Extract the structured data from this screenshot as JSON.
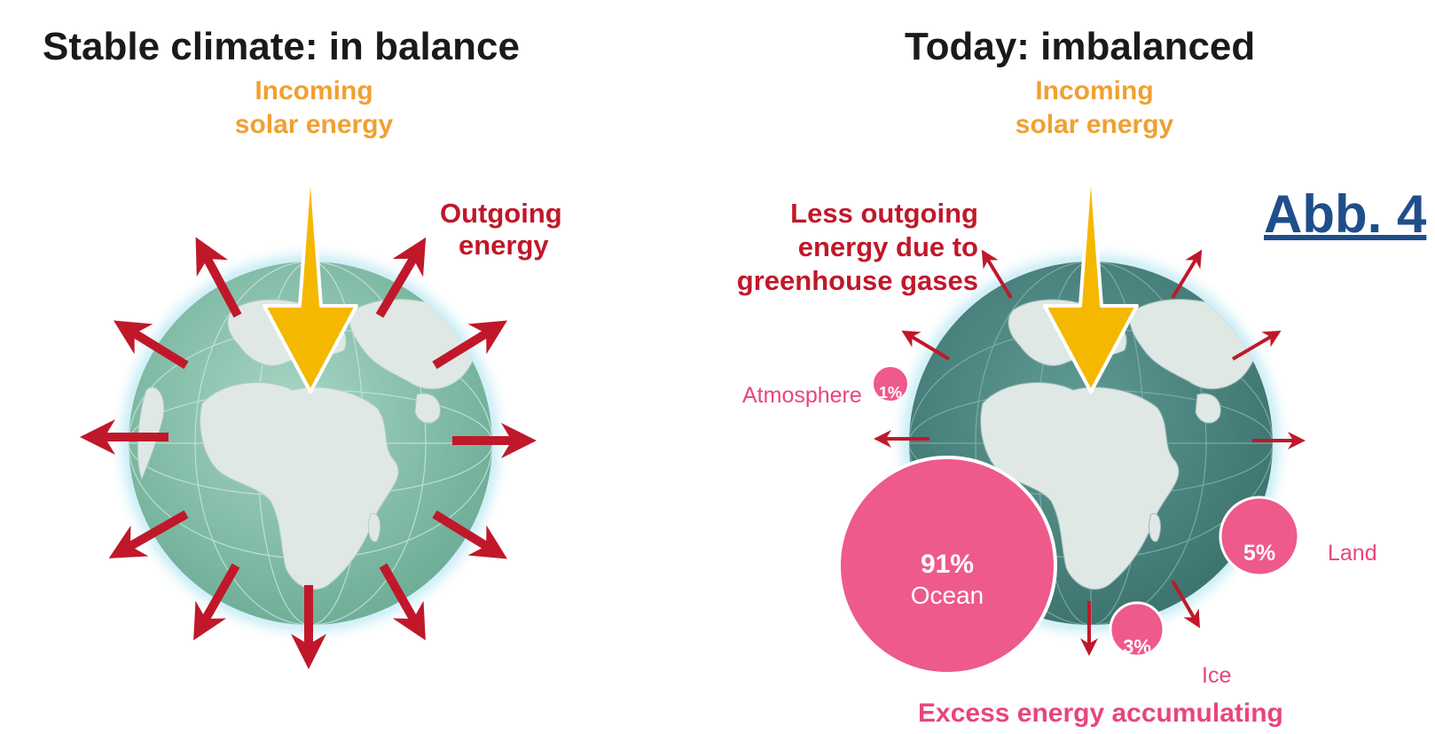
{
  "left_panel": {
    "title": "Stable climate: in balance",
    "incoming_line1": "Incoming",
    "incoming_line2": "solar energy",
    "outgoing_line1": "Outgoing",
    "outgoing_line2": "energy"
  },
  "right_panel": {
    "title": "Today: imbalanced",
    "incoming_line1": "Incoming",
    "incoming_line2": "solar energy",
    "less_outgoing_line1": "Less outgoing",
    "less_outgoing_line2": "energy due to",
    "less_outgoing_line3": "greenhouse gases",
    "bottom_caption": "Excess energy accumulating",
    "sinks": {
      "atmosphere": {
        "label": "Atmosphere",
        "percent": "1%"
      },
      "ocean": {
        "label": "Ocean",
        "percent": "91%"
      },
      "land": {
        "label": "Land",
        "percent": "5%"
      },
      "ice": {
        "label": "Ice",
        "percent": "3%"
      }
    }
  },
  "figure_label": "Abb. 4",
  "colors": {
    "title": "#1a1a1a",
    "solar_text": "#f0a030",
    "solar_arrow": "#f5b800",
    "outgoing_arrow": "#c0182a",
    "bubble": "#ee5a8a",
    "globe_balanced": "#8fc9b4",
    "globe_imbalanced": "#4f8a85",
    "land": "#dfe8e4",
    "glow": "#a8dcec",
    "figure_label": "#1f4e8c"
  }
}
